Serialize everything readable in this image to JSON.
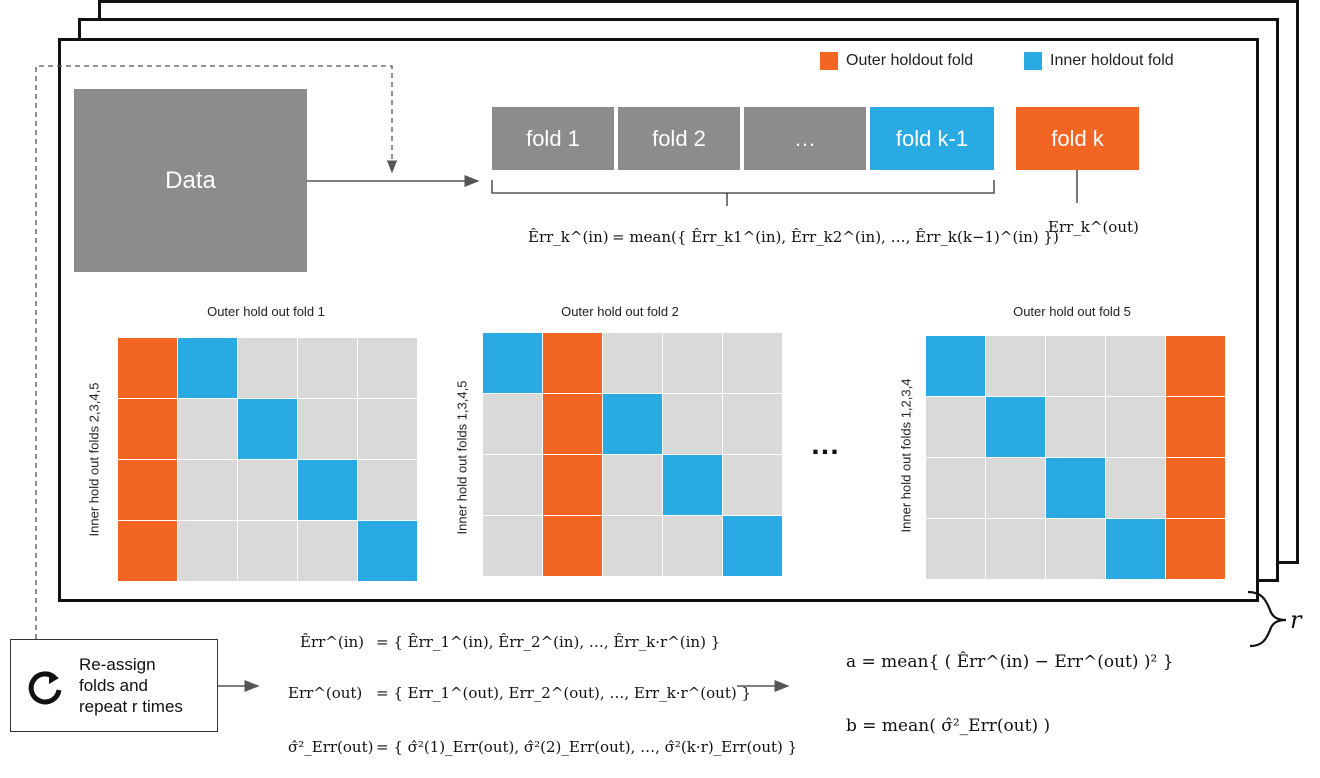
{
  "colors": {
    "outer": "#f26522",
    "inner": "#29aae2",
    "grey_fold": "#8c8c8c",
    "cell": "#d9d9d9"
  },
  "legend": {
    "outer": "Outer holdout fold",
    "inner": "Inner holdout fold"
  },
  "data_label": "Data",
  "folds": [
    "fold 1",
    "fold 2",
    "…",
    "fold k-1",
    "fold k"
  ],
  "formulas": {
    "err_in_k_lhs": "Êrr_k^(in)",
    "err_in_k_rhs": "= mean({ Êrr_k1^(in), Êrr_k2^(in), …, Êrr_k(k−1)^(in) })",
    "err_out_k": "Err_k^(out)"
  },
  "grids": [
    {
      "title": "Outer hold out fold 1",
      "ylabel": "Inner hold out folds 2,3,4,5",
      "outer_col": 0,
      "inner": [
        [
          0,
          1
        ],
        [
          1,
          2
        ],
        [
          2,
          3
        ],
        [
          3,
          4
        ]
      ]
    },
    {
      "title": "Outer hold out fold 2",
      "ylabel": "Inner hold out folds 1,3,4,5",
      "outer_col": 1,
      "inner": [
        [
          0,
          0
        ],
        [
          1,
          2
        ],
        [
          2,
          3
        ],
        [
          3,
          4
        ]
      ]
    },
    {
      "title": "Outer hold out fold 5",
      "ylabel": "Inner hold out folds 1,2,3,4",
      "outer_col": 4,
      "inner": [
        [
          0,
          0
        ],
        [
          1,
          1
        ],
        [
          2,
          2
        ],
        [
          3,
          3
        ]
      ]
    }
  ],
  "ellipsis": "…",
  "repeat_symbol": "r",
  "reassign": {
    "line1": "Re-assign",
    "line2": "folds and",
    "line3": "repeat r times"
  },
  "bottom": {
    "eq1_lhs": "Êrr^(in)",
    "eq1_rhs": "= { Êrr_1^(in), Êrr_2^(in), …, Êrr_k·r^(in) }",
    "eq2_lhs": "Err^(out)",
    "eq2_rhs": "= { Err_1^(out), Err_2^(out), …, Err_k·r^(out) }",
    "eq3_lhs": "σ̂²_Err(out)",
    "eq3_rhs": "= { σ̂²(1)_Err(out), σ̂²(2)_Err(out), …, σ̂²(k·r)_Err(out) }",
    "a": "a = mean{ ( Êrr^(in) − Err^(out) )² }",
    "b": "b = mean( σ̂²_Err(out) )"
  }
}
